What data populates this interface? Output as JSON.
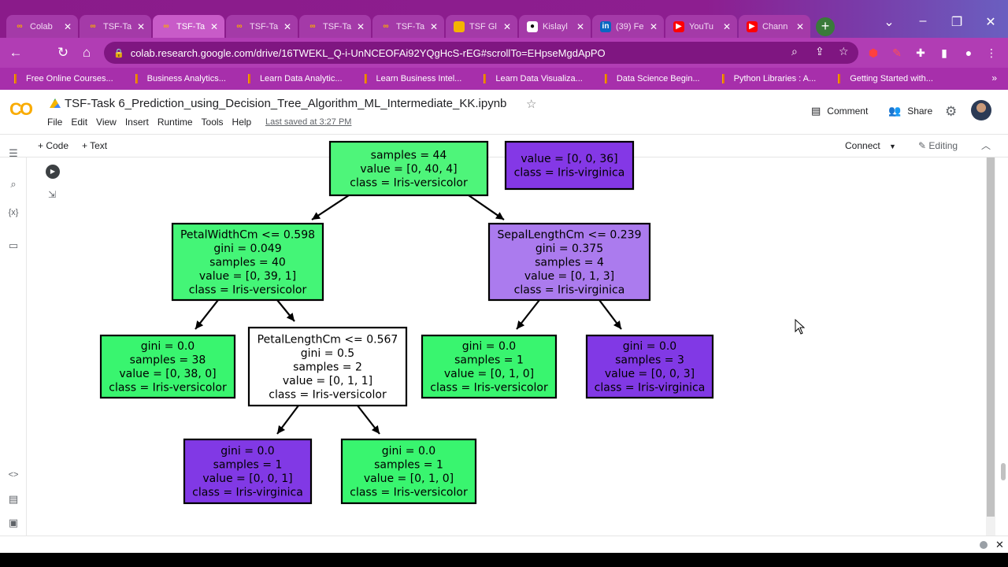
{
  "browser": {
    "tabs": [
      {
        "label": "Colab",
        "icon": "colab-icon",
        "active": false
      },
      {
        "label": "TSF-Ta",
        "icon": "colab-icon",
        "active": false
      },
      {
        "label": "TSF-Ta",
        "icon": "colab-icon",
        "active": true
      },
      {
        "label": "TSF-Ta",
        "icon": "colab-icon",
        "active": false
      },
      {
        "label": "TSF-Ta",
        "icon": "colab-icon",
        "active": false
      },
      {
        "label": "TSF-Ta",
        "icon": "colab-icon",
        "active": false
      },
      {
        "label": "TSF Gl",
        "icon": "slides-icon",
        "active": false
      },
      {
        "label": "Kislayl",
        "icon": "github-icon",
        "active": false
      },
      {
        "label": "(39) Fe",
        "icon": "linkedin-icon",
        "active": false
      },
      {
        "label": "YouTu",
        "icon": "youtube-icon",
        "active": false
      },
      {
        "label": "Chann",
        "icon": "youtube-icon",
        "active": false
      }
    ],
    "url": "colab.research.google.com/drive/16TWEKL_Q-i-UnNCEOFAi92YQgHcS-rEG#scrollTo=EHpseMgdApPO",
    "bookmarks": [
      "Free Online Courses...",
      "Business Analytics...",
      "Learn Data Analytic...",
      "Learn Business Intel...",
      "Learn Data Visualiza...",
      "Data Science Begin...",
      "Python Libraries : A...",
      "Getting Started with..."
    ],
    "bookmarks_more": "»"
  },
  "colab": {
    "logo": "CO",
    "title": "TSF-Task 6_Prediction_using_Decision_Tree_Algorithm_ML_Intermediate_KK.ipynb",
    "menu": [
      "File",
      "Edit",
      "View",
      "Insert",
      "Runtime",
      "Tools",
      "Help"
    ],
    "last_saved": "Last saved at 3:27 PM",
    "comment_label": "Comment",
    "share_label": "Share",
    "add_code_label": "+ Code",
    "add_text_label": "+ Text",
    "connect_label": "Connect",
    "editing_label": "Editing"
  },
  "tree": {
    "nodes": [
      {
        "id": "top-left",
        "lines": [
          "samples = 44",
          "value = [0, 40, 4]",
          "class = Iris-versicolor"
        ],
        "fill": "#4ef57a"
      },
      {
        "id": "top-right",
        "lines": [
          "value = [0, 0, 36]",
          "class = Iris-virginica"
        ],
        "fill": "#8438e6"
      },
      {
        "id": "petalwidth",
        "lines": [
          "PetalWidthCm <= 0.598",
          "gini = 0.049",
          "samples = 40",
          "value = [0, 39, 1]",
          "class = Iris-versicolor"
        ],
        "fill": "#44f577"
      },
      {
        "id": "sepallength",
        "lines": [
          "SepalLengthCm <= 0.239",
          "gini = 0.375",
          "samples = 4",
          "value = [0, 1, 3]",
          "class = Iris-virginica"
        ],
        "fill": "#ab7bee"
      },
      {
        "id": "leaf-versicolor-38",
        "lines": [
          "gini = 0.0",
          "samples = 38",
          "value = [0, 38, 0]",
          "class = Iris-versicolor"
        ],
        "fill": "#39f56f"
      },
      {
        "id": "petallength",
        "lines": [
          "PetalLengthCm <= 0.567",
          "gini = 0.5",
          "samples = 2",
          "value = [0, 1, 1]",
          "class = Iris-versicolor"
        ],
        "fill": "#ffffff"
      },
      {
        "id": "leaf-versicolor-1a",
        "lines": [
          "gini = 0.0",
          "samples = 1",
          "value = [0, 1, 0]",
          "class = Iris-versicolor"
        ],
        "fill": "#39f56f"
      },
      {
        "id": "leaf-virginica-3",
        "lines": [
          "gini = 0.0",
          "samples = 3",
          "value = [0, 0, 3]",
          "class = Iris-virginica"
        ],
        "fill": "#8139e5"
      },
      {
        "id": "leaf-virginica-1",
        "lines": [
          "gini = 0.0",
          "samples = 1",
          "value = [0, 0, 1]",
          "class = Iris-virginica"
        ],
        "fill": "#8139e5"
      },
      {
        "id": "leaf-versicolor-1b",
        "lines": [
          "gini = 0.0",
          "samples = 1",
          "value = [0, 1, 0]",
          "class = Iris-versicolor"
        ],
        "fill": "#39f56f"
      }
    ]
  }
}
